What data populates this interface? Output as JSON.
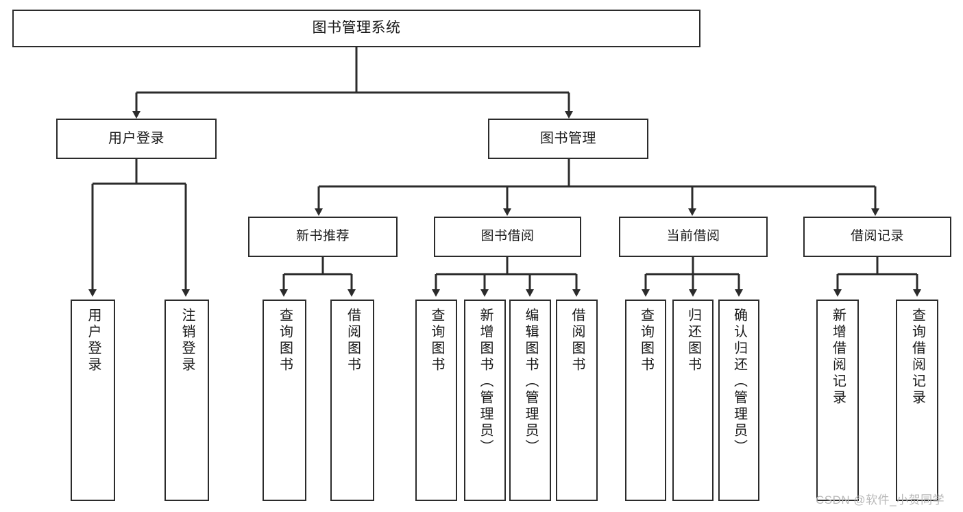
{
  "diagram": {
    "type": "tree-hierarchy",
    "title": "图书管理系统",
    "root": {
      "id": "root",
      "label": "图书管理系统"
    },
    "level1": [
      {
        "id": "user-login",
        "label": "用户登录"
      },
      {
        "id": "book-management",
        "label": "图书管理"
      }
    ],
    "level2": [
      {
        "id": "new-book-recommend",
        "label": "新书推荐",
        "parent": "book-management"
      },
      {
        "id": "book-borrow",
        "label": "图书借阅",
        "parent": "book-management"
      },
      {
        "id": "current-borrow",
        "label": "当前借阅",
        "parent": "book-management"
      },
      {
        "id": "borrow-record",
        "label": "借阅记录",
        "parent": "book-management"
      }
    ],
    "leaves": [
      {
        "id": "leaf-user-login",
        "label": "用户登录",
        "parent": "user-login"
      },
      {
        "id": "leaf-logout",
        "label": "注销登录",
        "parent": "user-login"
      },
      {
        "id": "leaf-query-book-1",
        "label": "查询图书",
        "parent": "new-book-recommend"
      },
      {
        "id": "leaf-borrow-book-1",
        "label": "借阅图书",
        "parent": "new-book-recommend"
      },
      {
        "id": "leaf-query-book-2",
        "label": "查询图书",
        "parent": "book-borrow"
      },
      {
        "id": "leaf-add-book",
        "label": "新增图书（管理员）",
        "parent": "book-borrow"
      },
      {
        "id": "leaf-edit-book",
        "label": "编辑图书（管理员）",
        "parent": "book-borrow"
      },
      {
        "id": "leaf-borrow-book-2",
        "label": "借阅图书",
        "parent": "book-borrow"
      },
      {
        "id": "leaf-query-book-3",
        "label": "查询图书",
        "parent": "current-borrow"
      },
      {
        "id": "leaf-return-book",
        "label": "归还图书",
        "parent": "current-borrow"
      },
      {
        "id": "leaf-confirm-return",
        "label": "确认归还（管理员）",
        "parent": "current-borrow"
      },
      {
        "id": "leaf-add-record",
        "label": "新增借阅记录",
        "parent": "borrow-record"
      },
      {
        "id": "leaf-query-record",
        "label": "查询借阅记录",
        "parent": "borrow-record"
      }
    ],
    "colors": {
      "stroke": "#2b2b2b",
      "fill": "#ffffff",
      "text": "#1a1a1a",
      "watermark": "#b8b8b8"
    }
  },
  "watermark": {
    "text": "CSDN @软件_小贺同学"
  }
}
